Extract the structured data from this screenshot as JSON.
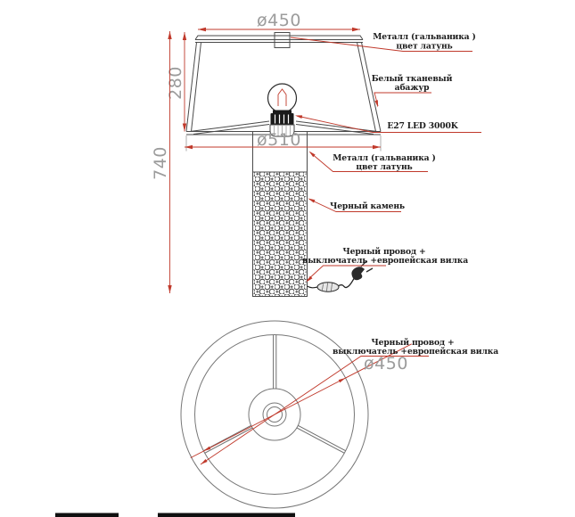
{
  "colors": {
    "accent_red": "#c0392b",
    "drawing_gray": "#4a4a4a",
    "dimension_text_gray": "#9c9c9c",
    "annotation_black": "#1c1c1c"
  },
  "front": {
    "dims": {
      "top_diameter": "ø450",
      "shade_height": "280",
      "total_height": "740",
      "bottom_diameter": "ø510"
    },
    "ann": {
      "metal_top1": "Металл (гальваника )",
      "metal_top2": "цвет латунь",
      "shade1": "Белый тканевый",
      "shade2": "абажур",
      "bulb": "E27 LED 3000K",
      "metal_base1": "Металл (гальваника )",
      "metal_base2": "цвет латунь",
      "stone": "Черный камень",
      "cord1": "Черный провод +",
      "cord2": "выключатель +европейская вилка"
    }
  },
  "bottom": {
    "dims": {
      "diameter": "ø450"
    },
    "ann": {
      "cord1": "Черный провод +",
      "cord2": "выключатель +европейская вилка"
    }
  }
}
